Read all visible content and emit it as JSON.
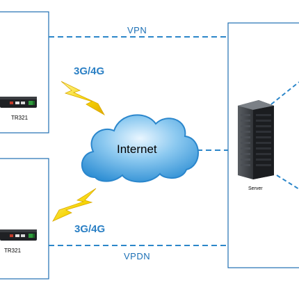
{
  "links": {
    "top_label": "VPN",
    "bottom_label": "VPDN"
  },
  "network": {
    "top_label": "3G/4G",
    "bottom_label": "3G/4G"
  },
  "cloud": {
    "label": "Internet"
  },
  "devices": [
    {
      "label": "TR321"
    },
    {
      "label": "TR321"
    }
  ],
  "server": {
    "label": "Server"
  },
  "colors": {
    "box_border": "#1f6fb2",
    "dashed_line": "#2b86c9",
    "cloud_fill": "#4aa7e3",
    "lightning": "#f2c400"
  }
}
